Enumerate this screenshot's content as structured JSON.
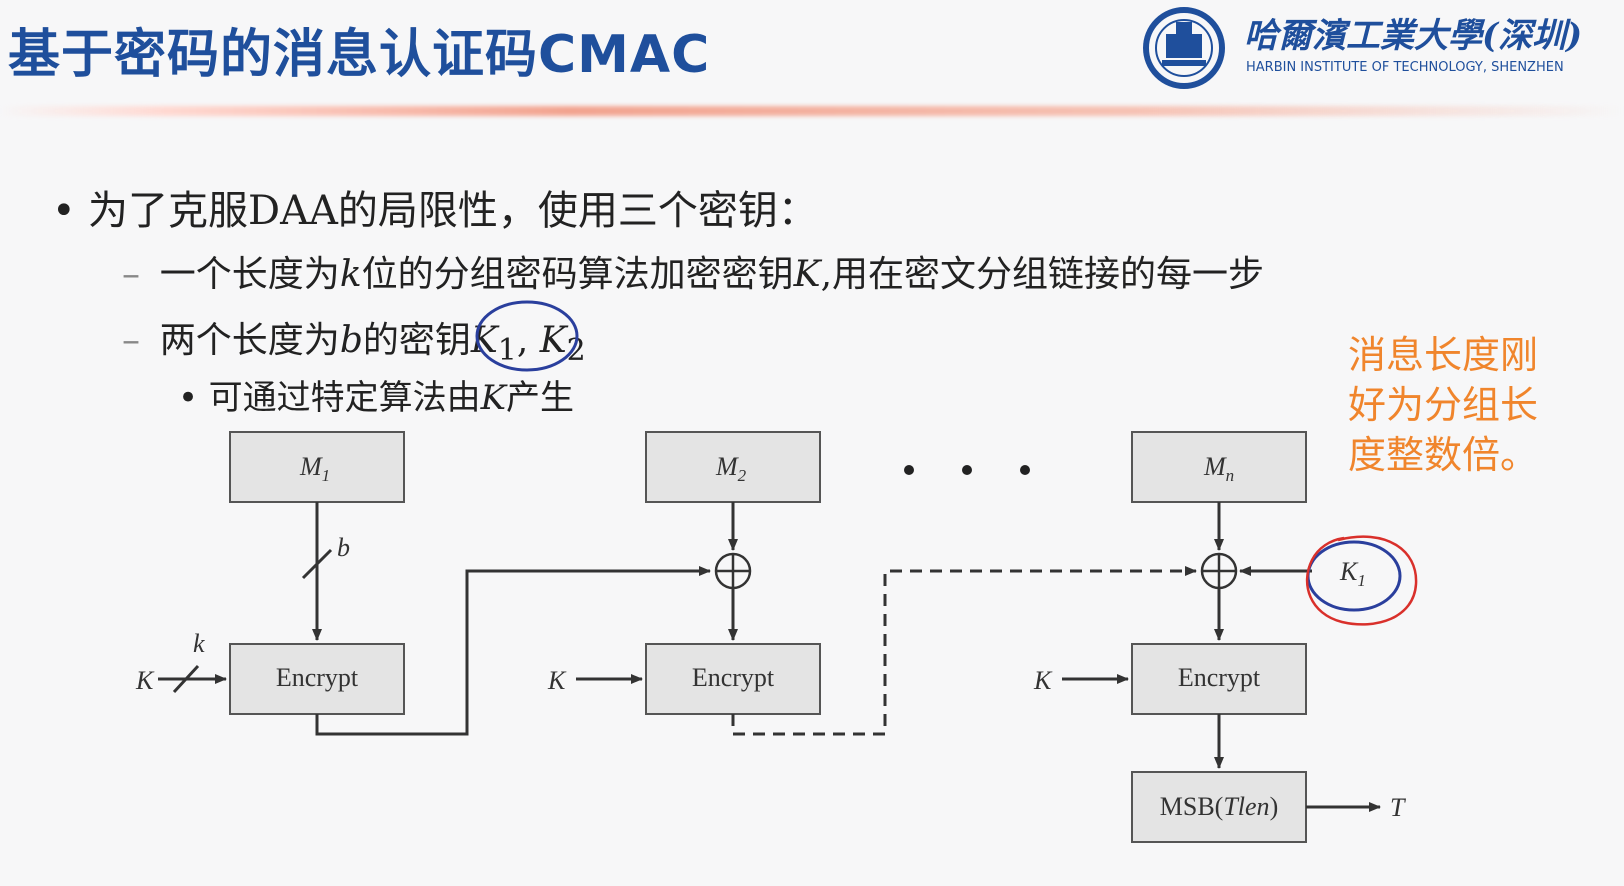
{
  "slide": {
    "title": "基于密码的消息认证码CMAC",
    "logo_name": "哈爾濱工業大學(深圳)",
    "logo_sub": "HARBIN INSTITUTE OF TECHNOLOGY, SHENZHEN",
    "bullets": {
      "l1": "为了克服DAA的局限性，使用三个密钥：",
      "l2a_1": "一个长度为",
      "l2a_k": "k",
      "l2a_2": "位的分组密码算法加密密钥",
      "l2a_K": "K",
      "l2a_3": ",用在密文分组链接的每一步",
      "l2b_1": "两个长度为",
      "l2b_b": "b",
      "l2b_2": "的密钥",
      "l2b_K1": "K",
      "l2b_K1sub": "1",
      "l2b_sep": ", ",
      "l2b_K2": "K",
      "l2b_K2sub": "2",
      "l3_1": "可通过特定算法由",
      "l3_K": "K",
      "l3_2": "产生"
    },
    "note": "消息长度刚\n好为分组长\n度整数倍。",
    "colors": {
      "title": "#1f4f9c",
      "note": "#f0852c",
      "circle_blue": "#2a3f9d",
      "circle_red": "#d9302b"
    }
  },
  "diagram": {
    "m1": "M",
    "m1_sub": "1",
    "m2": "M",
    "m2_sub": "2",
    "mn": "M",
    "mn_sub": "n",
    "encrypt": "Encrypt",
    "key": "K",
    "b": "b",
    "k": "k",
    "k1": "K",
    "k1_sub": "1",
    "msb_1": "MSB(",
    "msb_tlen": "Tlen",
    "msb_2": ")",
    "t": "T"
  }
}
